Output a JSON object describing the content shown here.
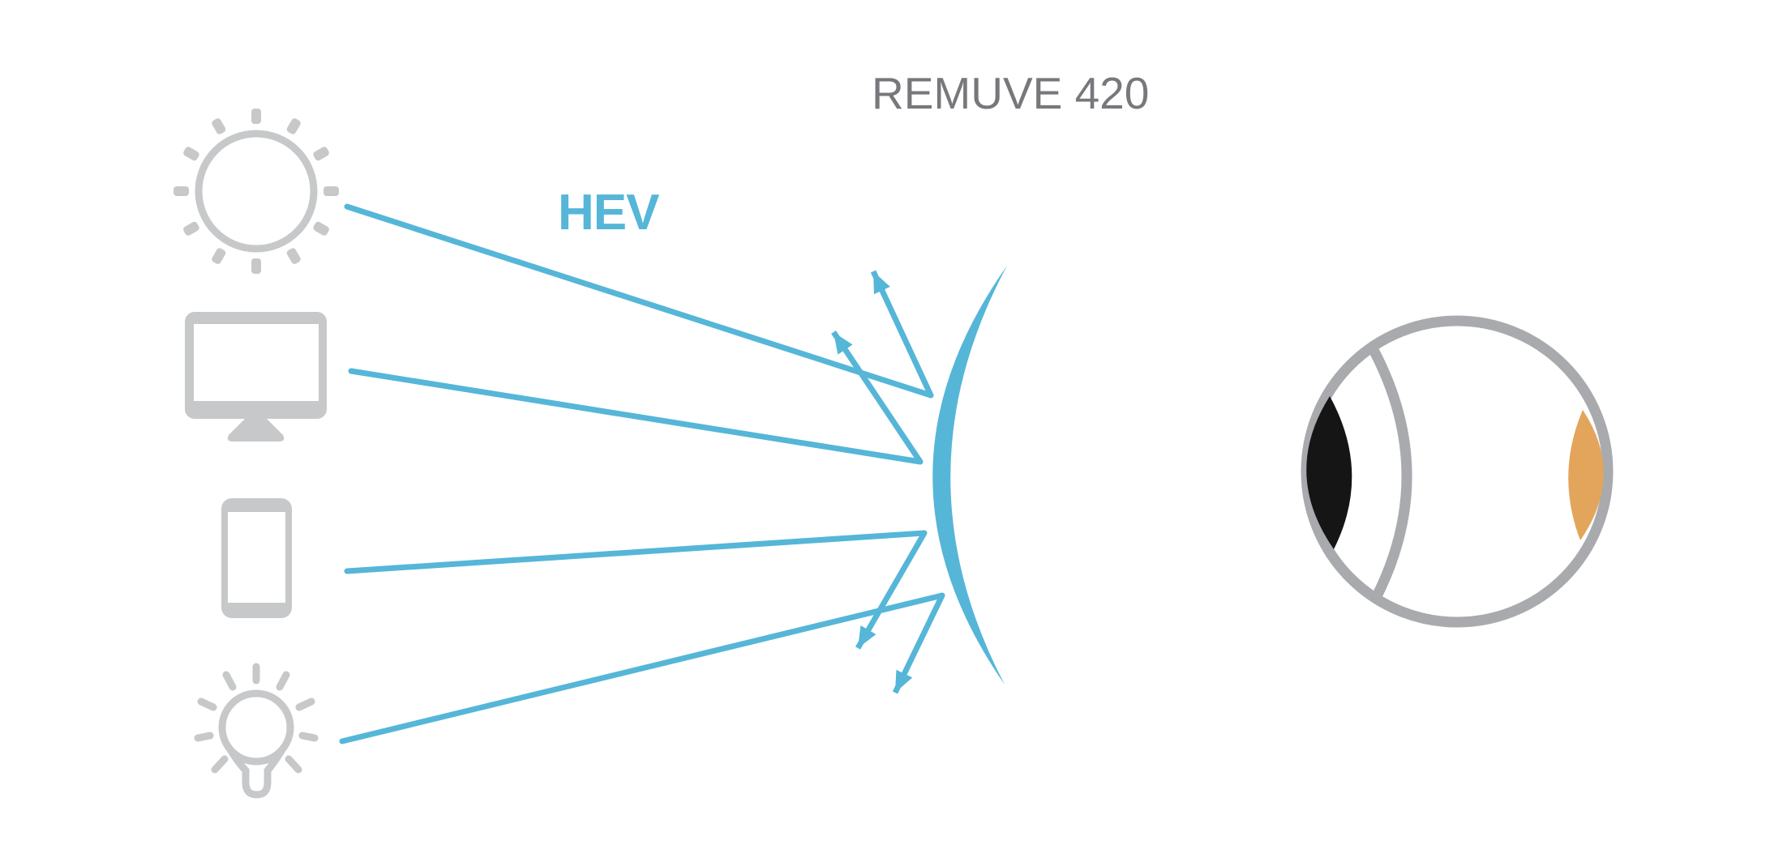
{
  "title": "REMUVE 420",
  "labels": {
    "hev": "HEV"
  },
  "icons": {
    "light_sources": [
      "sun-icon",
      "monitor-icon",
      "smartphone-icon",
      "lightbulb-icon"
    ],
    "filter": "lens-shape",
    "target": "eye-icon"
  },
  "colors": {
    "blue": "#55b6d8",
    "icon-gray": "#c6c8ca",
    "eye-gray": "#a8aaad",
    "title-gray": "#77787b",
    "pupil": "#151515",
    "macula": "#e2a55b",
    "background": "#ffffff"
  }
}
